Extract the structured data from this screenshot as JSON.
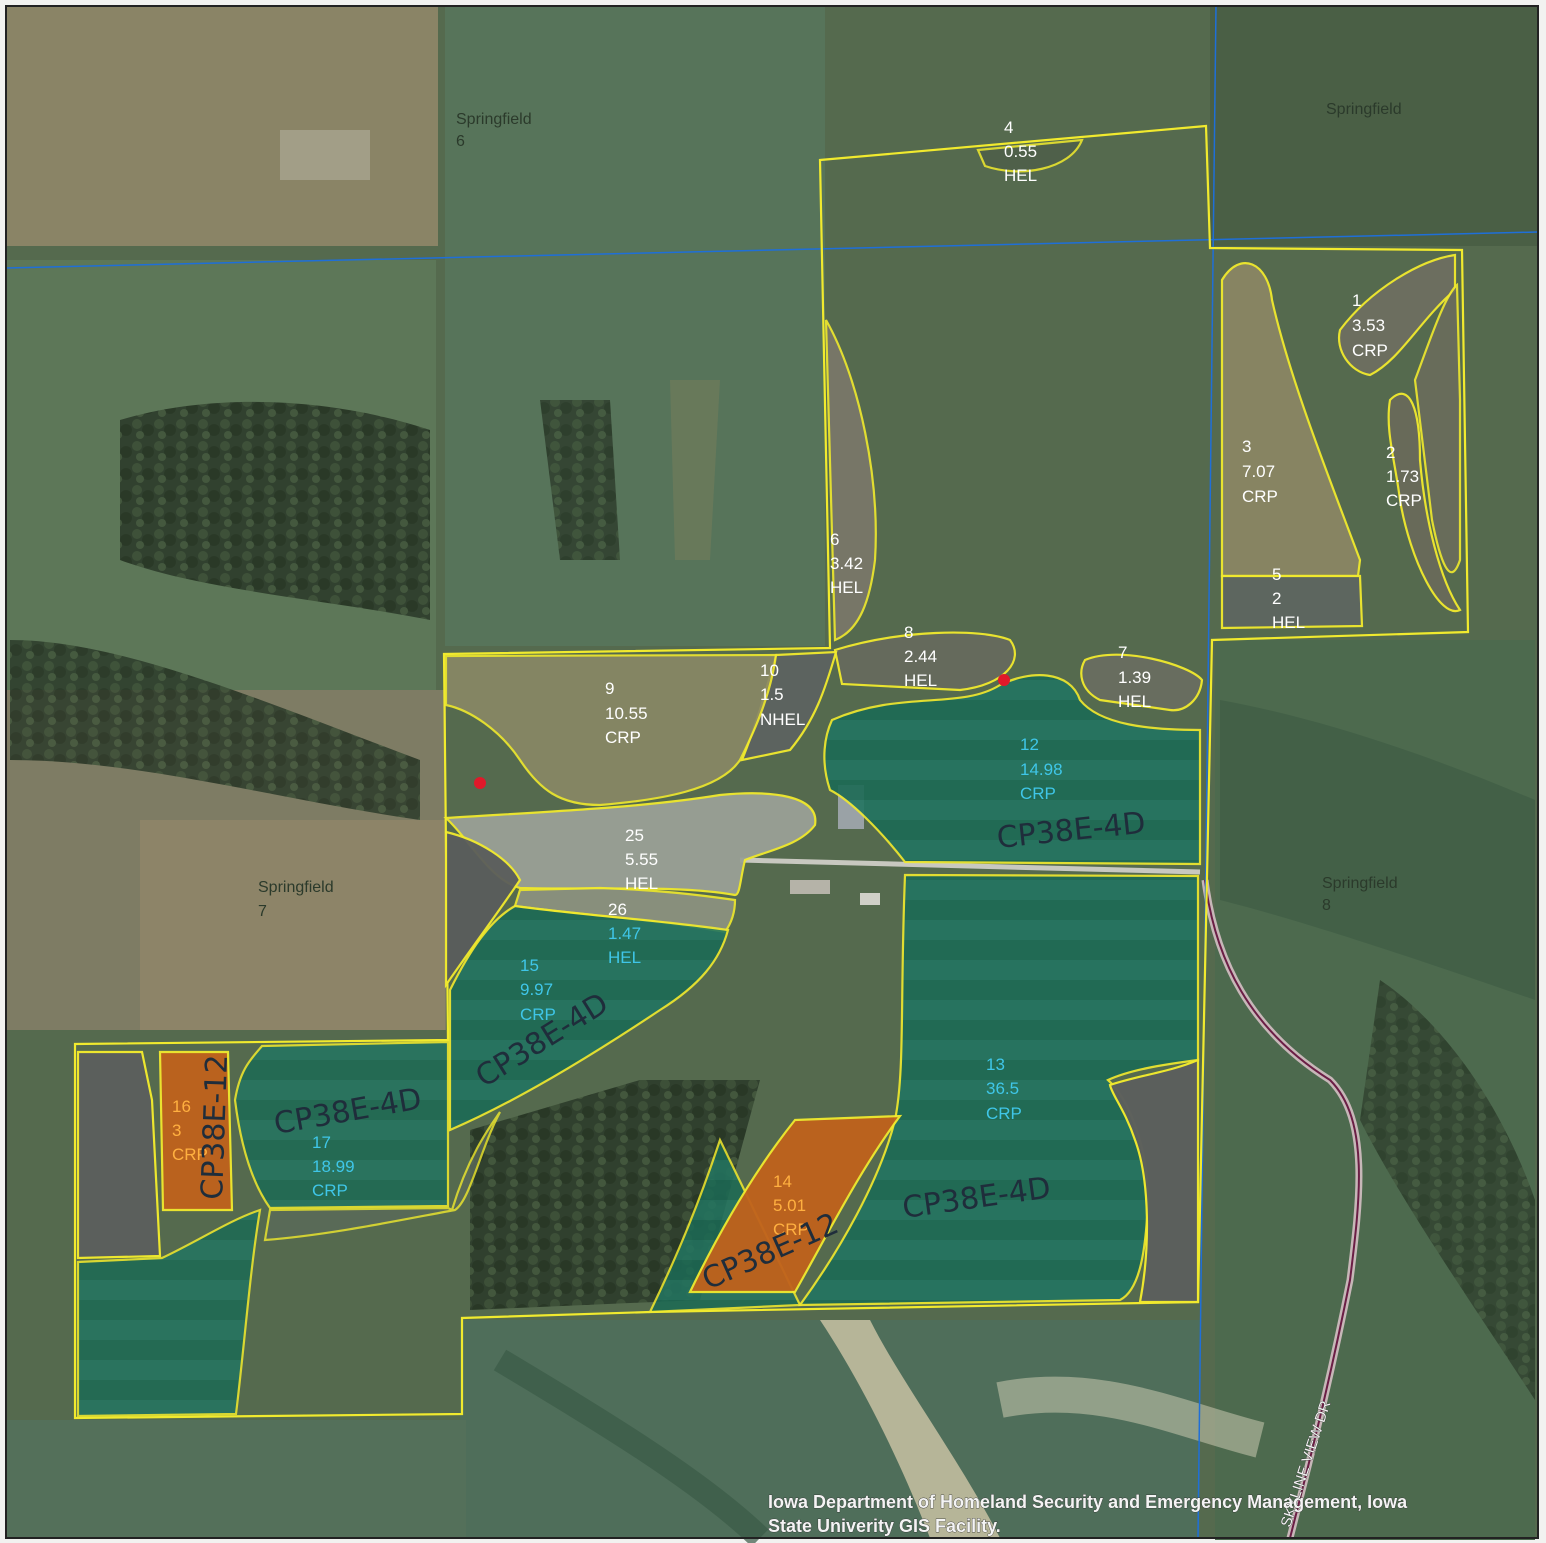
{
  "colors": {
    "boundary": "#f1ea2e",
    "section_line": "#1f6fd8",
    "label_white": "#ffffff",
    "label_cyan": "#3fc6e8",
    "label_orange": "#ffb040",
    "field_crp_green": "#1d6b55",
    "field_gray": "#5c5f5d",
    "field_orange": "#c0621c"
  },
  "townships": [
    {
      "name": "Springfield",
      "num": "6"
    },
    {
      "name": "Springfield",
      "num": ""
    },
    {
      "name": "Springfield",
      "num": "7"
    },
    {
      "name": "Springfield",
      "num": "8"
    }
  ],
  "fields": [
    {
      "id": "1",
      "acres": "3.53",
      "type": "CRP"
    },
    {
      "id": "2",
      "acres": "1.73",
      "type": "CRP"
    },
    {
      "id": "3",
      "acres": "7.07",
      "type": "CRP"
    },
    {
      "id": "4",
      "acres": "0.55",
      "type": "HEL"
    },
    {
      "id": "5",
      "acres": "2",
      "type": "HEL"
    },
    {
      "id": "6",
      "acres": "3.42",
      "type": "HEL"
    },
    {
      "id": "7",
      "acres": "1.39",
      "type": "HEL"
    },
    {
      "id": "8",
      "acres": "2.44",
      "type": "HEL"
    },
    {
      "id": "9",
      "acres": "10.55",
      "type": "CRP"
    },
    {
      "id": "10",
      "acres": "1.5",
      "type": "NHEL"
    },
    {
      "id": "12",
      "acres": "14.98",
      "type": "CRP"
    },
    {
      "id": "13",
      "acres": "36.5",
      "type": "CRP"
    },
    {
      "id": "14",
      "acres": "5.01",
      "type": "CRP"
    },
    {
      "id": "15",
      "acres": "9.97",
      "type": "CRP"
    },
    {
      "id": "16",
      "acres": "3",
      "type": "CRP"
    },
    {
      "id": "17",
      "acres": "18.99",
      "type": "CRP"
    },
    {
      "id": "25",
      "acres": "5.55",
      "type": "HEL"
    },
    {
      "id": "26",
      "acres": "1.47",
      "type": "HEL"
    }
  ],
  "handwritten": [
    "CP38E-4D",
    "CP38E-4D",
    "CP38E-4D",
    "CP38E-4D",
    "CP38E-12",
    "CP38E-12"
  ],
  "road_label": "SKYLINE VIEW DR",
  "credit_line1": "Iowa Department of Homeland Security and Emergency Management, Iowa",
  "credit_line2": "State Univerity GIS Facility."
}
